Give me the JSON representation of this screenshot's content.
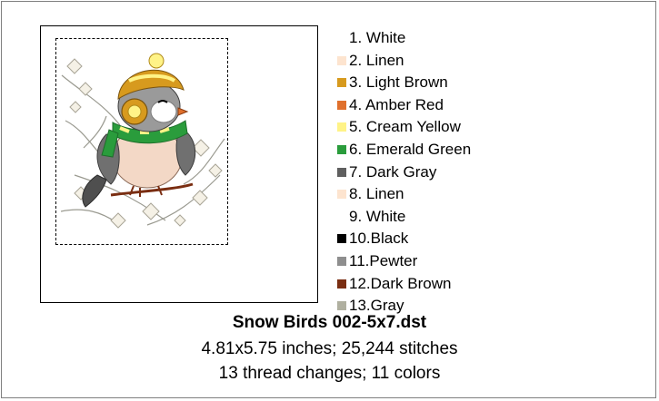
{
  "design": {
    "file_name": "Snow Birds 002-5x7.dst",
    "dimensions_line": "4.81x5.75 inches; 25,244 stitches",
    "summary_line": "13 thread changes; 11 colors"
  },
  "threads": [
    {
      "label": "1.  White",
      "color": "#ffffff"
    },
    {
      "label": "2.  Linen",
      "color": "#fde4cf"
    },
    {
      "label": "3.  Light Brown",
      "color": "#d79a1e"
    },
    {
      "label": "4.  Amber Red",
      "color": "#e0702c"
    },
    {
      "label": "5.  Cream Yellow",
      "color": "#fff387"
    },
    {
      "label": "6.  Emerald Green",
      "color": "#2a9c3c"
    },
    {
      "label": "7.  Dark Gray",
      "color": "#5f5f5f"
    },
    {
      "label": "8.  Linen",
      "color": "#fde4cf"
    },
    {
      "label": "9.  White",
      "color": "#ffffff"
    },
    {
      "label": "10.Black",
      "color": "#000000"
    },
    {
      "label": "11.Pewter",
      "color": "#8e8e8e"
    },
    {
      "label": "12.Dark Brown",
      "color": "#7a2e12"
    },
    {
      "label": "13.Gray",
      "color": "#b0b0a0"
    }
  ]
}
